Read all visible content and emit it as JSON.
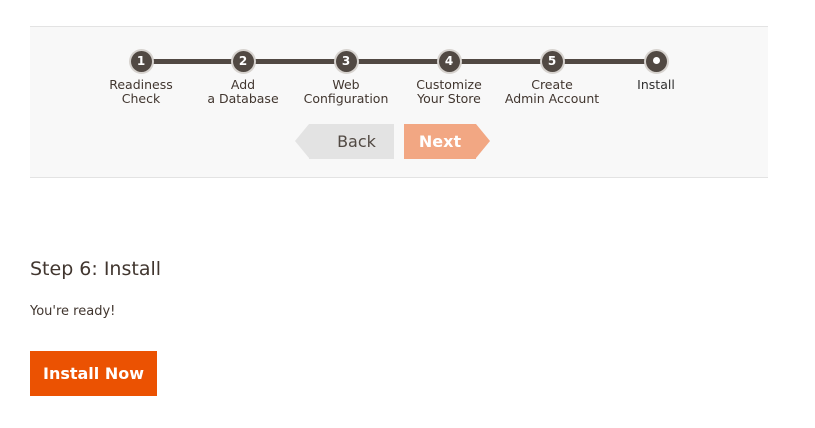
{
  "progress": {
    "steps": [
      {
        "number": "1",
        "label": "Readiness\nCheck"
      },
      {
        "number": "2",
        "label": "Add\na Database"
      },
      {
        "number": "3",
        "label": "Web\nConfiguration"
      },
      {
        "number": "4",
        "label": "Customize\nYour Store"
      },
      {
        "number": "5",
        "label": "Create\nAdmin Account"
      },
      {
        "number": "",
        "label": "Install"
      }
    ],
    "current_step": 6
  },
  "nav": {
    "back_label": "Back",
    "next_label": "Next"
  },
  "main": {
    "title": "Step 6: Install",
    "message": "You're ready!",
    "install_label": "Install Now"
  },
  "colors": {
    "accent": "#eb5202",
    "next_disabled": "#f2a783",
    "track": "#514943",
    "panel_bg": "#f8f8f8"
  }
}
